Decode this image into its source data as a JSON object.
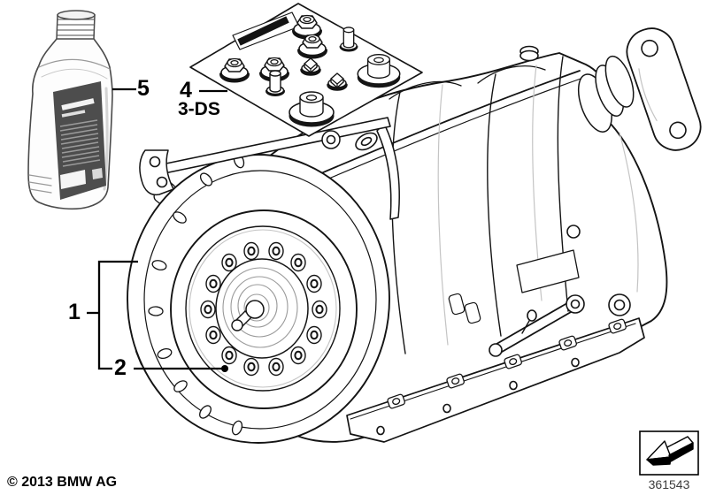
{
  "figure": {
    "callouts": {
      "c1": "1",
      "c2": "2",
      "c4": "4",
      "c5": "5"
    },
    "kit_code": "3-DS",
    "copyright": "© 2013 BMW AG",
    "diagram_number": "361543",
    "colors": {
      "line": "#141414",
      "light_line": "#c4c4c4",
      "bottle_label_panel": "#4d4d4d",
      "background": "#ffffff"
    },
    "illustrations": [
      "oil-bottle-illustration",
      "fastener-kit-illustration",
      "transmission-illustration",
      "torque-converter-illustration",
      "direction-arrow-icon"
    ]
  }
}
